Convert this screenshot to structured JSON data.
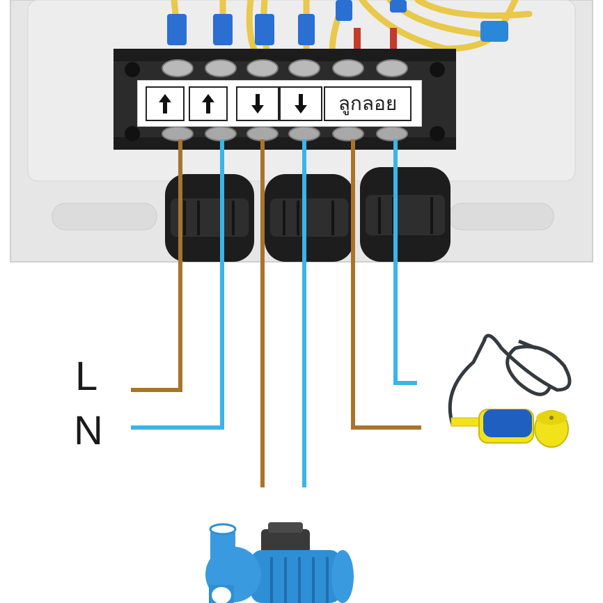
{
  "labels": {
    "line": "L",
    "neutral": "N",
    "float_terminal": "ลูกลอย"
  },
  "terminals": [
    {
      "icon": "arrow-up-icon"
    },
    {
      "icon": "arrow-up-icon"
    },
    {
      "icon": "arrow-down-icon"
    },
    {
      "icon": "arrow-down-icon"
    },
    {
      "icon": "float-switch-text"
    }
  ],
  "colors": {
    "live_wire": "#a9742a",
    "neutral_wire": "#3bb4ea",
    "label_text": "#1a1a1a",
    "pump_blue": "#2e8fd4",
    "float_blue": "#1f5fbf",
    "float_yellow": "#f2e21a"
  }
}
